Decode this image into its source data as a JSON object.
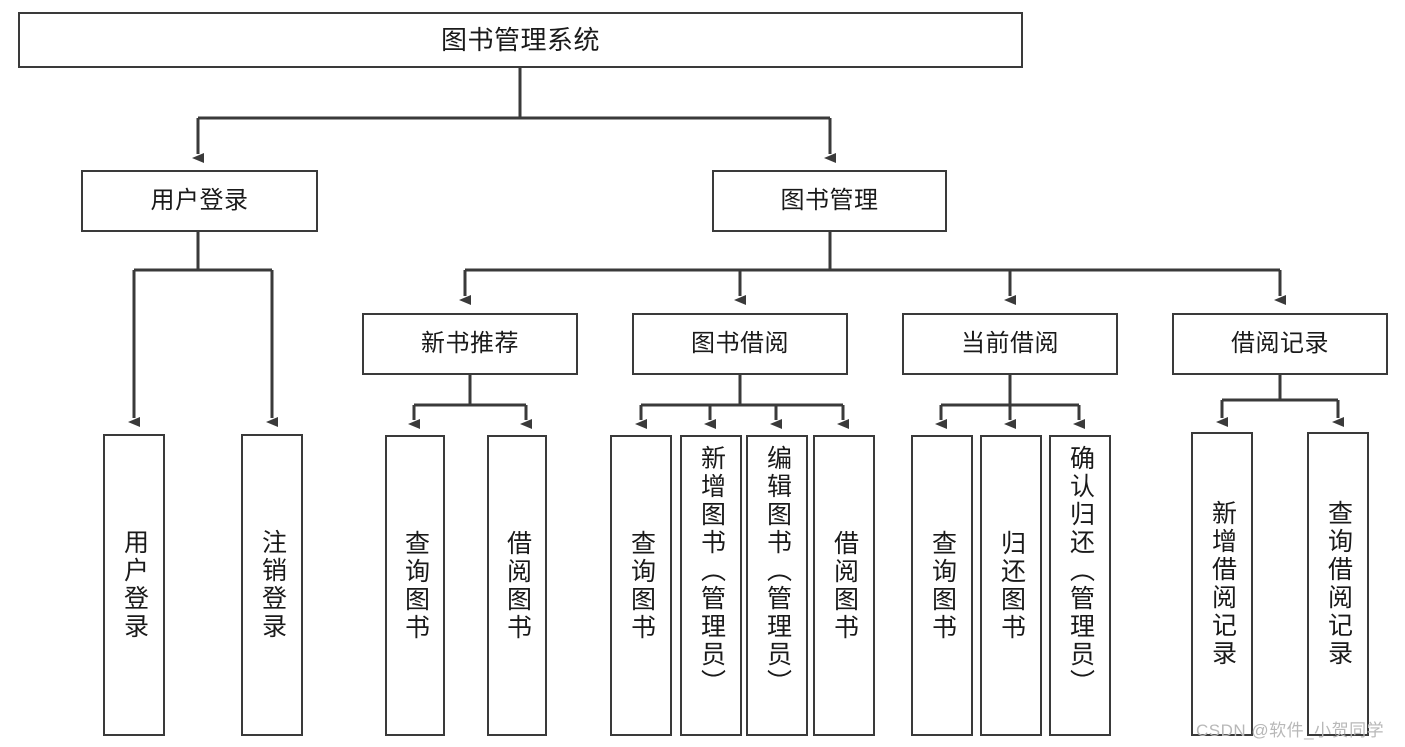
{
  "diagram": {
    "type": "tree-hierarchy",
    "title": "图书管理系统",
    "watermark": "CSDN @软件_小贺同学",
    "colors": {
      "box_border": "#3a3a3a",
      "box_fill": "#ffffff",
      "line": "#3a3a3a",
      "text": "#1a1a1a",
      "watermark": "#b8b8b8"
    },
    "nodes": {
      "root": {
        "label": "图书管理系统"
      },
      "level1": [
        {
          "label": "用户登录"
        },
        {
          "label": "图书管理"
        }
      ],
      "level2": [
        {
          "label": "新书推荐"
        },
        {
          "label": "图书借阅"
        },
        {
          "label": "当前借阅"
        },
        {
          "label": "借阅记录"
        }
      ],
      "leaves": {
        "user_login": [
          {
            "label": "用户登录"
          },
          {
            "label": "注销登录"
          }
        ],
        "new_book_recommend": [
          {
            "label": "查询图书"
          },
          {
            "label": "借阅图书"
          }
        ],
        "book_borrow": [
          {
            "label": "查询图书"
          },
          {
            "label": "新增图书（管理员）"
          },
          {
            "label": "编辑图书（管理员）"
          },
          {
            "label": "借阅图书"
          }
        ],
        "current_borrow": [
          {
            "label": "查询图书"
          },
          {
            "label": "归还图书"
          },
          {
            "label": "确认归还（管理员）"
          }
        ],
        "borrow_record": [
          {
            "label": "新增借阅记录"
          },
          {
            "label": "查询借阅记录"
          }
        ]
      }
    }
  }
}
